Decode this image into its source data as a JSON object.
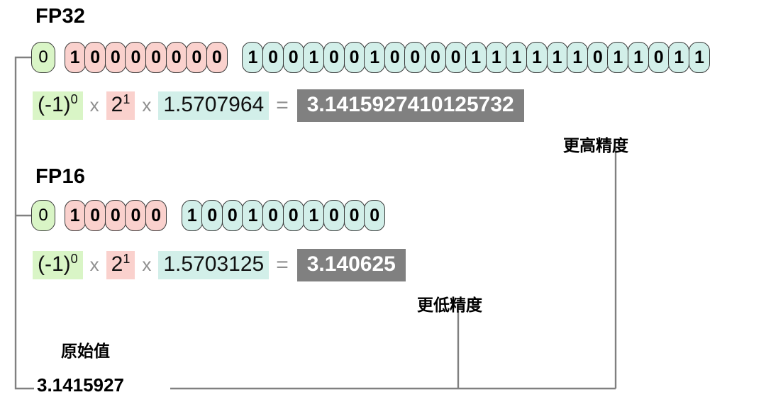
{
  "diagram": {
    "title_fp32": "FP32",
    "title_fp16": "FP16",
    "original_label": "原始值",
    "original_value": "3.1415927",
    "annotation_high": "更高精度",
    "annotation_low": "更低精度",
    "operator_multiply": "x",
    "operator_equals": "="
  },
  "colors": {
    "sign": "#d9f5c6",
    "exponent": "#fad1cd",
    "mantissa": "#d2efe9",
    "result_bg": "#808080",
    "result_text": "#ffffff",
    "connector": "#808080",
    "bit_border": "#3a3a3a",
    "text": "#000000",
    "operator": "#8f8f8f"
  },
  "fp32": {
    "name": "FP32",
    "sign_bits": "0",
    "exponent_bits": "10000000",
    "mantissa_bits": "1001001000011111101101 1",
    "sign_term": "(-1)",
    "sign_exp": "0",
    "exp_base": "2",
    "exp_power": "1",
    "mantissa_value": "1.5707964",
    "result": "3.1415927410125732",
    "bit_count_sign": 1,
    "bit_count_exponent": 8,
    "bit_count_mantissa": 23
  },
  "fp16": {
    "name": "FP16",
    "sign_bits": "0",
    "exponent_bits": "10000",
    "mantissa_bits": "1001001000",
    "sign_term": "(-1)",
    "sign_exp": "0",
    "exp_base": "2",
    "exp_power": "1",
    "mantissa_value": "1.5703125",
    "result": "3.140625",
    "bit_count_sign": 1,
    "bit_count_exponent": 5,
    "bit_count_mantissa": 10
  }
}
